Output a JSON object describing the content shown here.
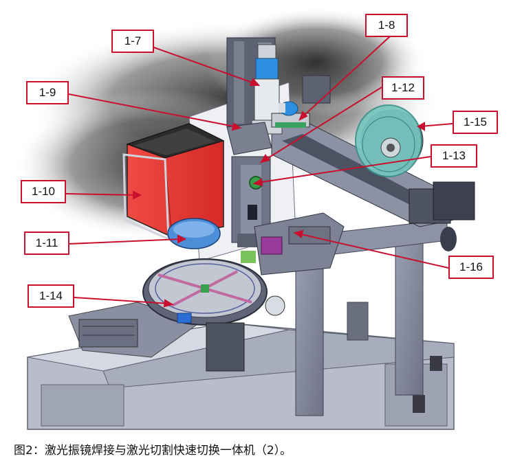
{
  "labels": {
    "l_1_7": "1-7",
    "l_1_8": "1-8",
    "l_1_9": "1-9",
    "l_1_12": "1-12",
    "l_1_15": "1-15",
    "l_1_13": "1-13",
    "l_1_10": "1-10",
    "l_1_11": "1-11",
    "l_1_16": "1-16",
    "l_1_14": "1-14"
  },
  "caption": "图2：激光振镜焊接与激光切割快速切换一体机（2）。",
  "colors": {
    "callout": "#c8102e",
    "frame": "#7c8193",
    "housing_red": "#e8312f",
    "reel": "#6fc4bd",
    "lens_blue": "#2d8fe0"
  }
}
